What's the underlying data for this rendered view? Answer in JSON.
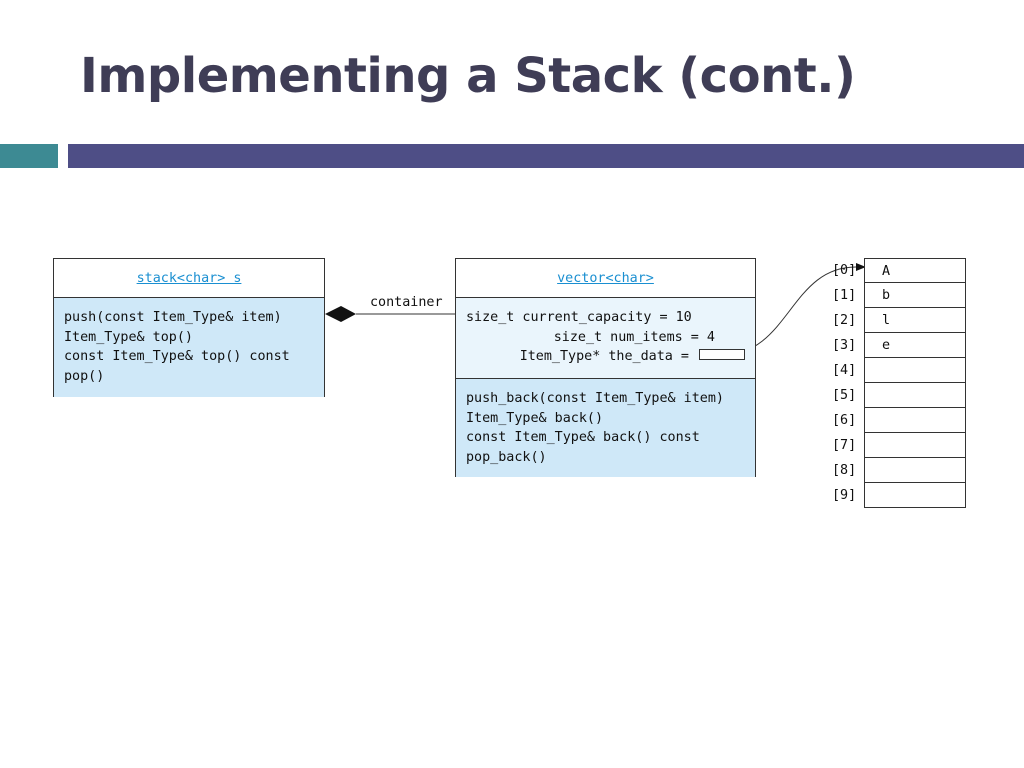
{
  "slide": {
    "title": "Implementing a Stack (cont.)"
  },
  "diagram": {
    "stack_class": {
      "name": "stack<char> s",
      "methods": [
        "push(const Item_Type& item)",
        "Item_Type& top()",
        "const Item_Type& top() const",
        "pop()"
      ]
    },
    "association_label": "container",
    "vector_class": {
      "name": "vector<char>",
      "fields": [
        "size_t current_capacity = 10",
        "size_t num_items = 4",
        "Item_Type* the_data ="
      ],
      "methods": [
        "push_back(const Item_Type& item)",
        "Item_Type& back()",
        "const Item_Type& back() const",
        "pop_back()"
      ]
    },
    "array": {
      "indices": [
        "[0]",
        "[1]",
        "[2]",
        "[3]",
        "[4]",
        "[5]",
        "[6]",
        "[7]",
        "[8]",
        "[9]"
      ],
      "values": [
        "A",
        "b",
        "l",
        "e",
        "",
        "",
        "",
        "",
        "",
        ""
      ]
    }
  }
}
